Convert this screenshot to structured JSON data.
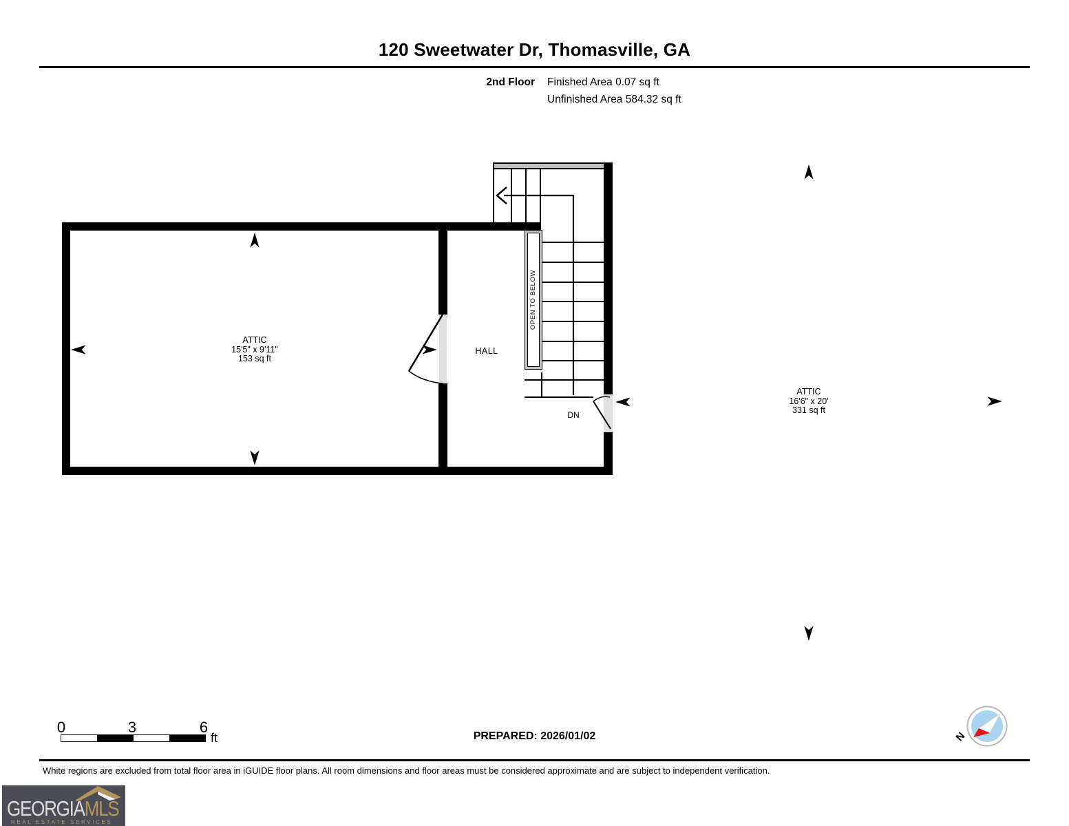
{
  "header": {
    "title": "120 Sweetwater Dr, Thomasville, GA",
    "floor_label": "2nd Floor",
    "finished_area": "Finished Area 0.07 sq ft",
    "unfinished_area": "Unfinished Area 584.32 sq ft"
  },
  "floorplan": {
    "attic_left": {
      "name": "ATTIC",
      "dimensions": "15'5\" x 9'11\"",
      "area": "153 sq ft"
    },
    "hall": {
      "name": "HALL"
    },
    "attic_right": {
      "name": "ATTIC",
      "dimensions": "16'6\" x 20'",
      "area": "331 sq ft"
    },
    "stairs": {
      "open_to_below": "OPEN TO BELOW",
      "down": "DN"
    }
  },
  "scale_bar": {
    "ticks": [
      "0",
      "3",
      "6"
    ],
    "unit": "ft"
  },
  "compass": {
    "north": "N"
  },
  "footer": {
    "prepared": "PREPARED: 2026/01/02",
    "disclaimer": "White regions are excluded from total floor area in iGUIDE floor plans. All room dimensions and floor areas must be considered approximate and are subject to independent verification."
  },
  "logo": {
    "brand_primary": "GEORGIA",
    "brand_secondary": "MLS",
    "tagline": "REAL ESTATE SERVICES"
  },
  "colors": {
    "wall": "#000000",
    "door_gap": "#e0e0e0",
    "railing_gray": "#c2c2c2",
    "compass_blue": "#a9d5f0",
    "compass_red": "#dd1717",
    "logo_background": "#4c4c54",
    "logo_gold": "#b3955c"
  }
}
